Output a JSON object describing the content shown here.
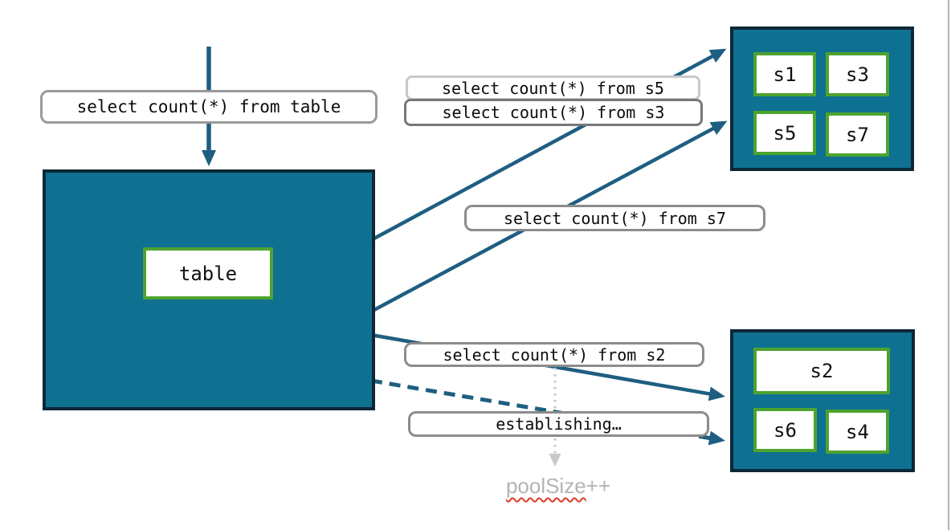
{
  "labels": {
    "query_table": "select count(*) from table",
    "query_s5": "select count(*) from s5",
    "query_s3": "select count(*) from s3",
    "query_s7": "select count(*) from s7",
    "query_s2": "select count(*) from s2",
    "establishing": "establishing…"
  },
  "table_box": {
    "label": "table"
  },
  "shard_box_top": {
    "shards": [
      "s1",
      "s3",
      "s5",
      "s7"
    ]
  },
  "shard_box_bottom": {
    "wide_shard": "s2",
    "shards": [
      "s6",
      "s4"
    ]
  },
  "pool_size": {
    "word": "poolSize",
    "suffix": "++"
  },
  "arrows": [
    {
      "name": "query-into-table",
      "style": "solid",
      "from": "top",
      "to": "table-box"
    },
    {
      "name": "table-to-top-shards-upper",
      "style": "solid",
      "from": "table-box",
      "to": "shard-box-top"
    },
    {
      "name": "table-to-top-shards-lower",
      "style": "solid",
      "from": "table-box",
      "to": "shard-box-top"
    },
    {
      "name": "table-to-s2",
      "style": "solid",
      "from": "table-box",
      "to": "shard-box-bottom"
    },
    {
      "name": "table-to-bottom-shards-establishing",
      "style": "dashed",
      "from": "table-box",
      "to": "shard-box-bottom"
    },
    {
      "name": "poolsize-pointer",
      "style": "dotted",
      "from": "query-label-s2",
      "to": "poolsize-note"
    }
  ],
  "colors": {
    "teal_fill": "#0e7191",
    "navy_border": "#0d2737",
    "green_border": "#4da32f",
    "arrow_blue": "#1e5e81",
    "label_border": "#909090",
    "label_border_faded": "#c9c9c9",
    "muted_text": "#b4b4b4",
    "dotted_gray": "#c9c9c9",
    "squiggle_red": "#e03a2f",
    "slide_edge": "#b3b3b3"
  }
}
